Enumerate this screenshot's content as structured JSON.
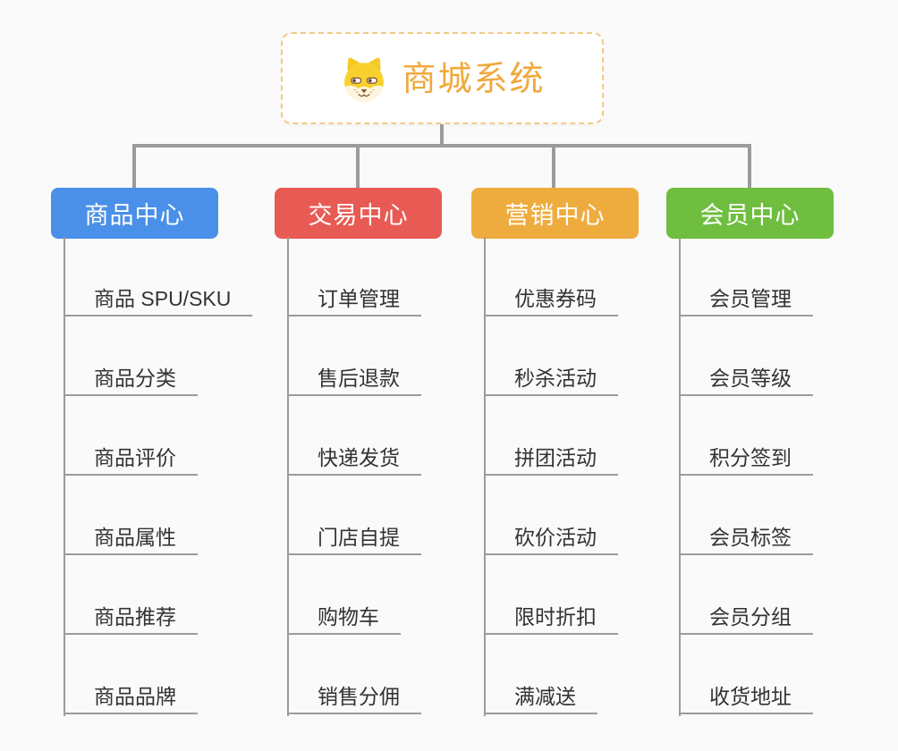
{
  "root": {
    "title": "商城系统",
    "icon": "dog-face-icon"
  },
  "branches": [
    {
      "label": "商品中心",
      "color": "#4A90E8",
      "children": [
        "商品 SPU/SKU",
        "商品分类",
        "商品评价",
        "商品属性",
        "商品推荐",
        "商品品牌"
      ]
    },
    {
      "label": "交易中心",
      "color": "#E85B55",
      "children": [
        "订单管理",
        "售后退款",
        "快递发货",
        "门店自提",
        "购物车",
        "销售分佣"
      ]
    },
    {
      "label": "营销中心",
      "color": "#EFAC3E",
      "children": [
        "优惠券码",
        "秒杀活动",
        "拼团活动",
        "砍价活动",
        "限时折扣",
        "满减送"
      ]
    },
    {
      "label": "会员中心",
      "color": "#6FBE3F",
      "children": [
        "会员管理",
        "会员等级",
        "积分签到",
        "会员标签",
        "会员分组",
        "收货地址"
      ]
    }
  ],
  "colors": {
    "line": "#9B9B9B",
    "root_accent": "#F0A93C",
    "root_border": "#F3C988",
    "leaf_text": "#333333",
    "background": "#FAFAFA"
  }
}
